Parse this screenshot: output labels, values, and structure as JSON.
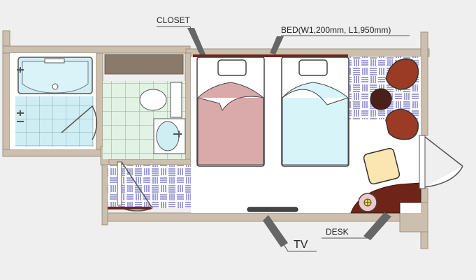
{
  "labels": {
    "closet": "CLOSET",
    "bed": "BED(W1,200mm, L1,950mm)",
    "tv": "TV",
    "desk": "DESK"
  },
  "colors": {
    "background": "#efefef",
    "wall": "#cdbfae",
    "bed_left": "#d9aaa9",
    "bed_right": "#d7f4f8",
    "tile_green": "#e2f2e4",
    "tile_blue": "#cfeef4",
    "parquet": "#3f3fb0",
    "chair": "#9b3b26",
    "desk": "#6e2419",
    "closet_shelf": "#8a7a6a"
  }
}
